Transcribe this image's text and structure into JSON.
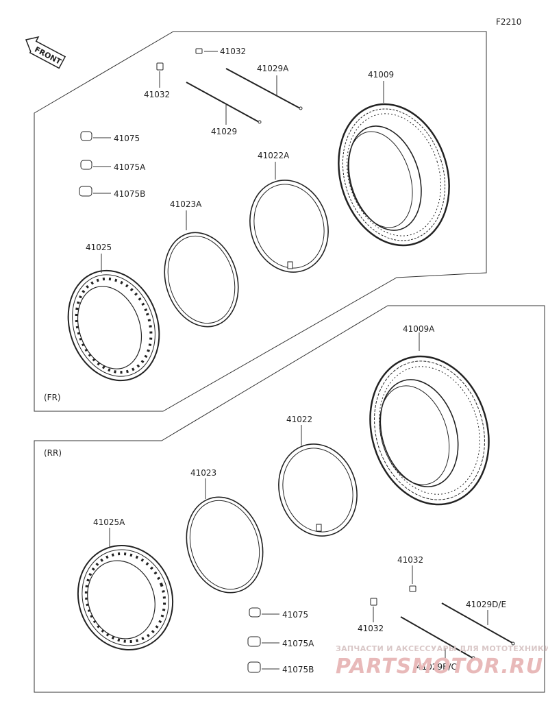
{
  "diagram_code": "F2210",
  "front_arrow_label": "FRONT",
  "sections": {
    "front": "(FR)",
    "rear": "(RR)"
  },
  "labels": {
    "fr_41032_top": "41032",
    "fr_41032_left": "41032",
    "fr_41029A": "41029A",
    "fr_41029": "41029",
    "fr_41009": "41009",
    "fr_41075": "41075",
    "fr_41075A": "41075A",
    "fr_41075B": "41075B",
    "fr_41022A": "41022A",
    "fr_41023A": "41023A",
    "fr_41025": "41025",
    "rr_41009A": "41009A",
    "rr_41022": "41022",
    "rr_41023": "41023",
    "rr_41025A": "41025A",
    "rr_41032_right": "41032",
    "rr_41032_left": "41032",
    "rr_41029DE": "41029D/E",
    "rr_41029BC": "41029B/C",
    "rr_41075": "41075",
    "rr_41075A": "41075A",
    "rr_41075B": "41075B"
  },
  "watermark": {
    "tagline": "ЗАПЧАСТИ И АКСЕССУАРЫ ДЛЯ МОТОТЕХНИКИ",
    "brand": "PARTSMOTOR.RU"
  }
}
